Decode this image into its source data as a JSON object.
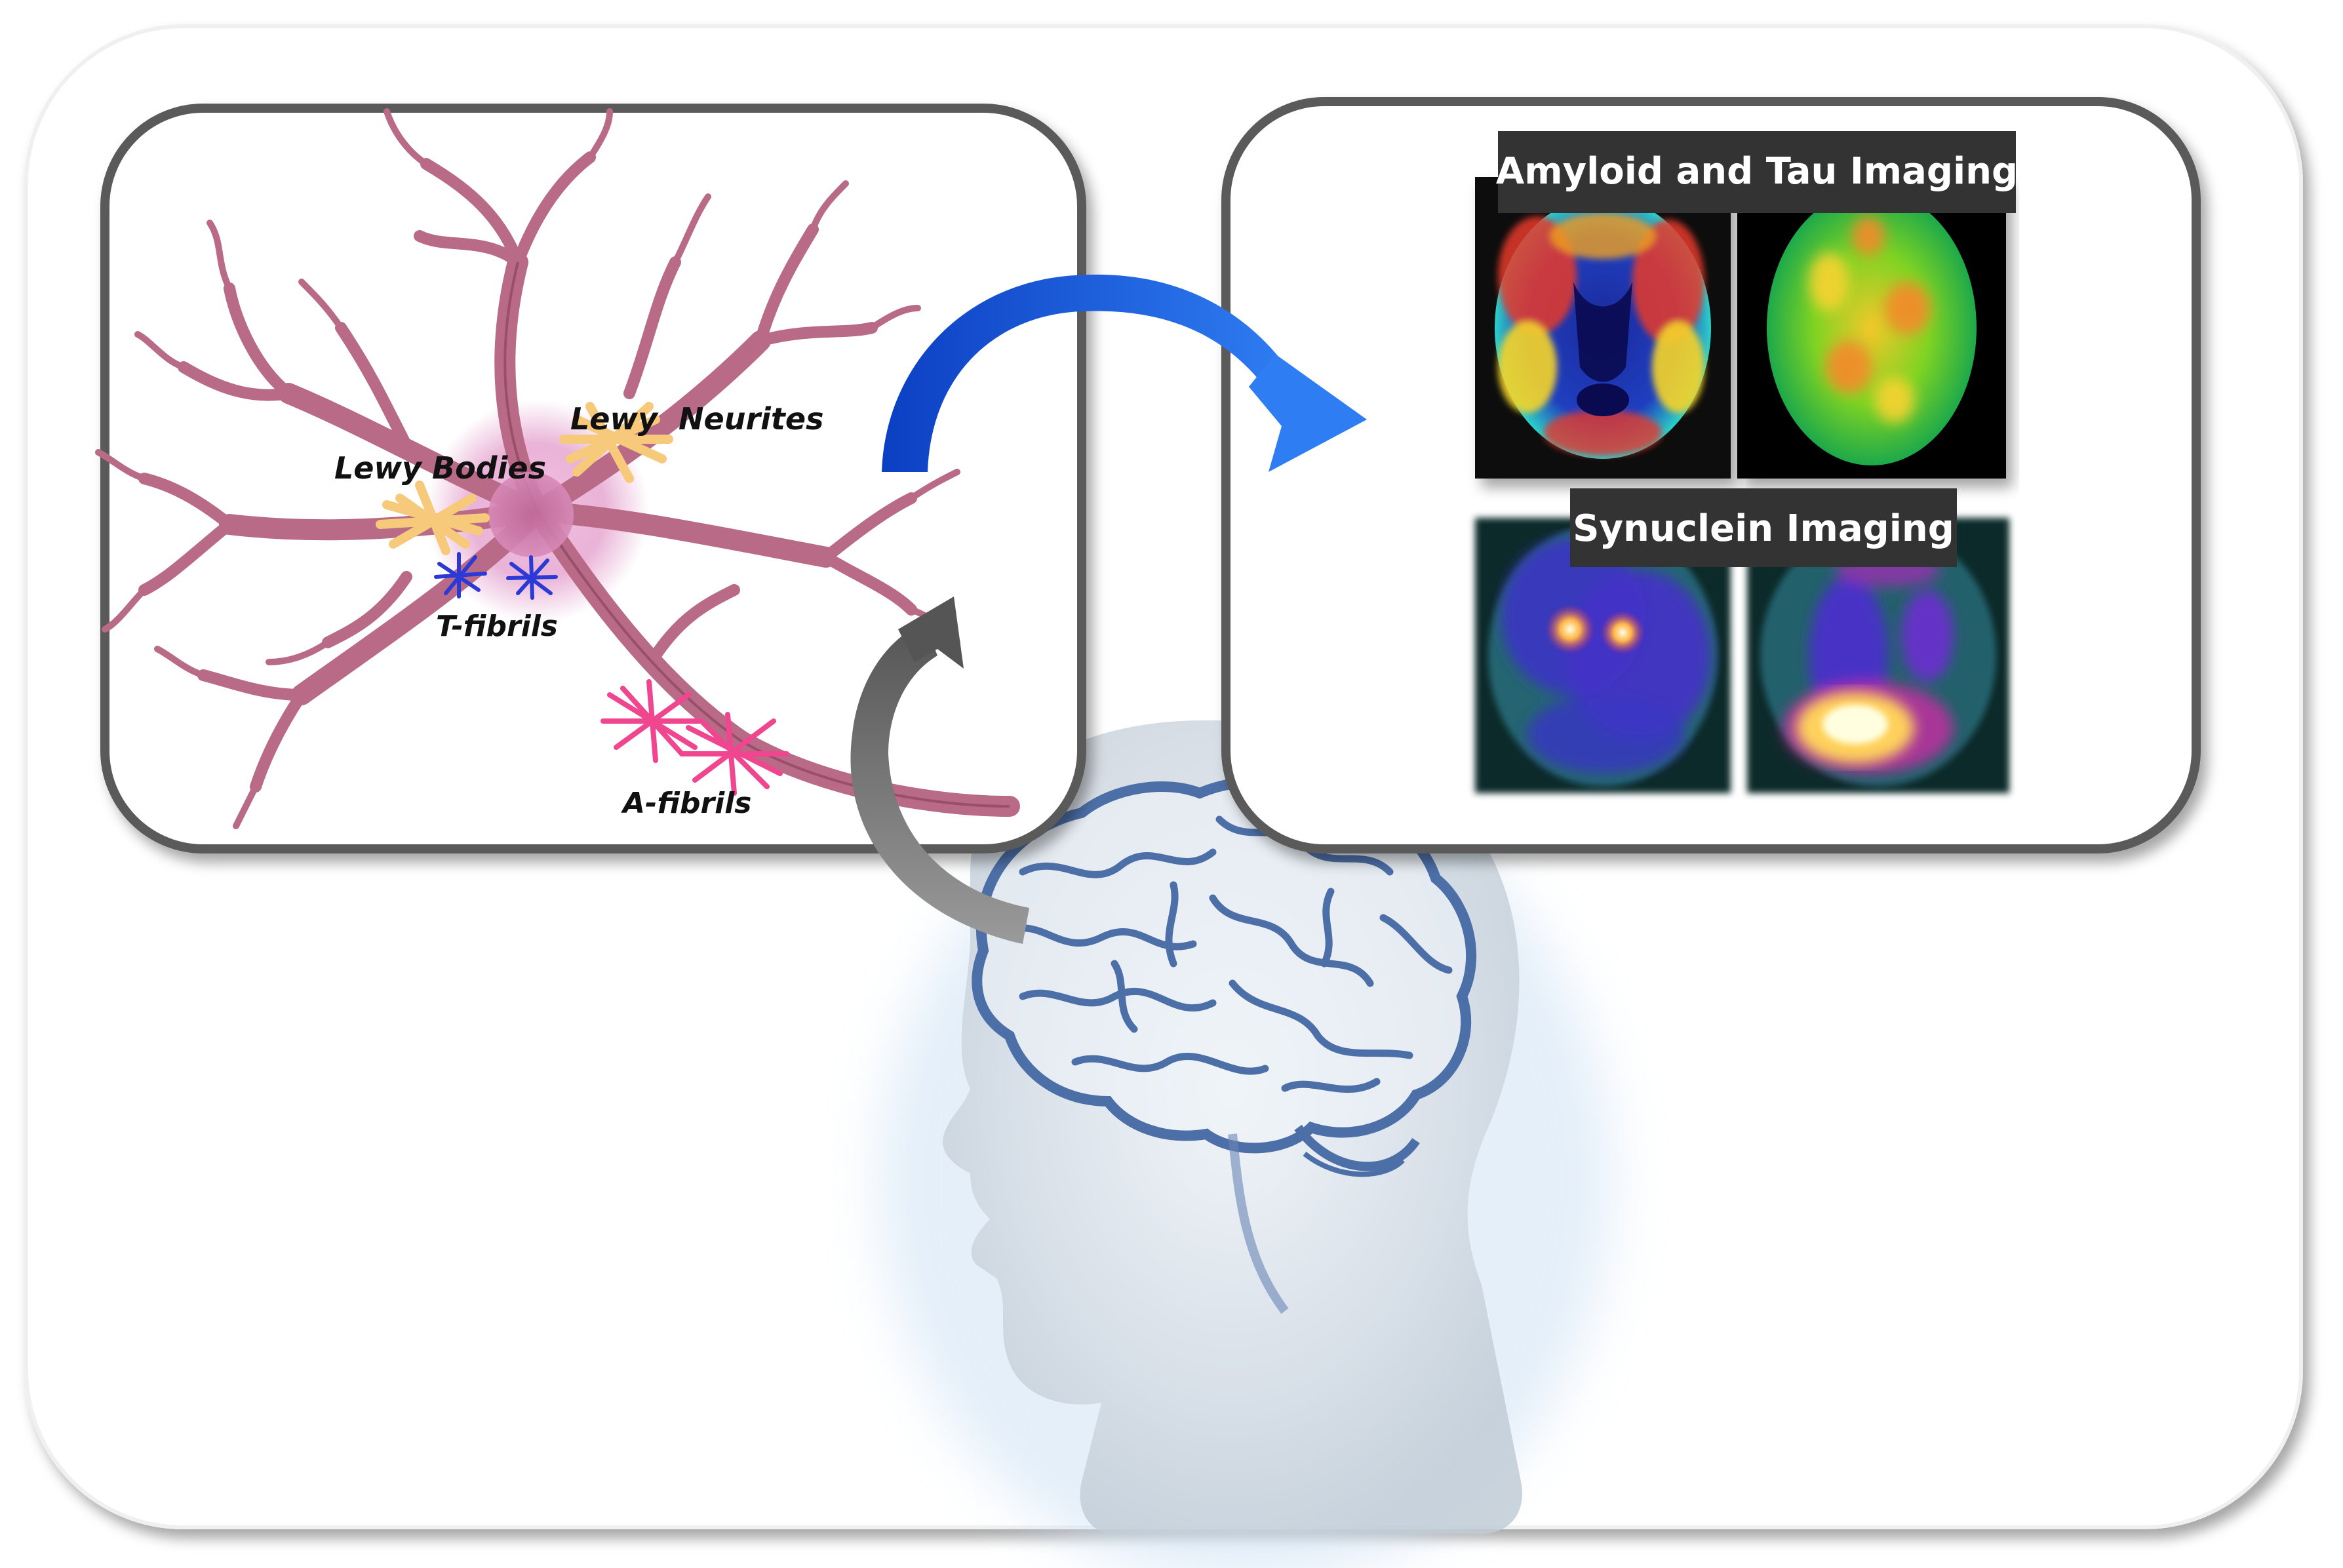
{
  "neuron_panel": {
    "labels": {
      "lewy_neurites": "Lewy  Neurites",
      "lewy_bodies": "Lewy Bodies",
      "t_fibrils": "T-fibrils",
      "a_fibrils": "A-fibrils"
    }
  },
  "imaging_panel": {
    "amyloid_tau_title": "Amyloid and Tau Imaging",
    "synuclein_title": "Synuclein Imaging"
  },
  "colors": {
    "neuron": "#b86a86",
    "neuron_outline": "#7a3350",
    "lewy_bodies": "#f7c97a",
    "t_fibrils": "#2b39d6",
    "a_fibrils": "#f0458f",
    "arrow_blue": "#1a5de0",
    "arrow_gray": "#6f6f6f",
    "brain_outline": "#4d6fa8",
    "head": "#c9d3dc",
    "banner_bg": "#333333"
  }
}
